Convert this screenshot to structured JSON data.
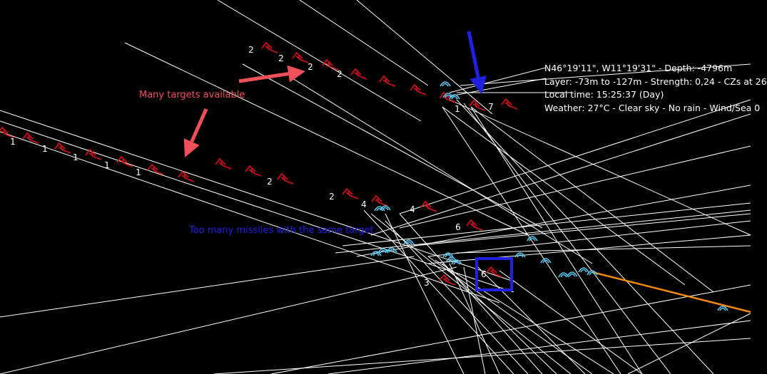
{
  "info_panel": {
    "position": "N46°19'11\", W11°19'31\" - Depth: -4796m",
    "layer": "Layer: -73m to -127m - Strength: 0,24 - CZs at 26",
    "local_time": "Local time: 15:25:37 (Day)",
    "weather": "Weather: 27°C - Clear sky - No rain - Wind/Sea 0"
  },
  "annotations": {
    "many_targets": "Many targets available",
    "too_many_missiles": "Too many missiles with the same target"
  },
  "colors": {
    "background": "#000000",
    "track_line": "#ffffff",
    "hostile_contact": "#d81018",
    "missile": "#58c8f0",
    "selected_course": "#f08a10",
    "annotation_red": "#f0505a",
    "annotation_blue": "#2020e0"
  },
  "icons": {
    "hostile_contact": "red-hostile-contact-icon",
    "missile": "blue-missile-icon"
  },
  "contact_labels": [
    "2",
    "2",
    "2",
    "2",
    "1",
    "1",
    "1",
    "1",
    "1",
    "2",
    "2",
    "4",
    "4",
    "6",
    "1",
    "7",
    "6",
    "3"
  ]
}
